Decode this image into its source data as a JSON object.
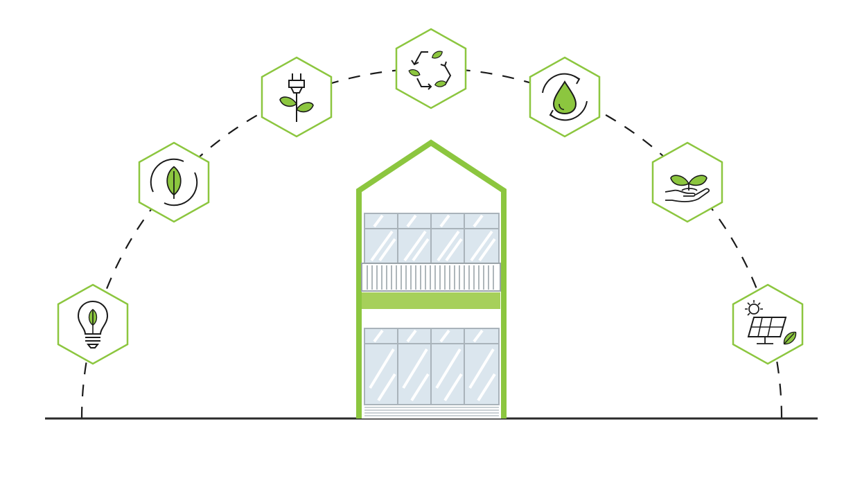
{
  "colors": {
    "accent": "#8cc63f",
    "accent_light": "#a6d05a",
    "line": "#1a1a1a",
    "glass": "#dbe6ee",
    "frame": "#a9b3ba",
    "railing": "#9aa3a9",
    "background": "#ffffff"
  },
  "hexagon_icons": [
    {
      "id": "eco-bulb",
      "icon": "leaf-lightbulb-icon"
    },
    {
      "id": "eco-leaf",
      "icon": "leaf-circle-icon"
    },
    {
      "id": "eco-plug",
      "icon": "plug-plant-icon"
    },
    {
      "id": "eco-recycle",
      "icon": "recycle-leaves-icon"
    },
    {
      "id": "eco-water",
      "icon": "water-drop-cycle-icon"
    },
    {
      "id": "eco-hand",
      "icon": "hand-sprout-icon"
    },
    {
      "id": "eco-solar",
      "icon": "solar-panel-leaf-icon"
    }
  ],
  "building": {
    "icon": "green-house-building-icon"
  }
}
